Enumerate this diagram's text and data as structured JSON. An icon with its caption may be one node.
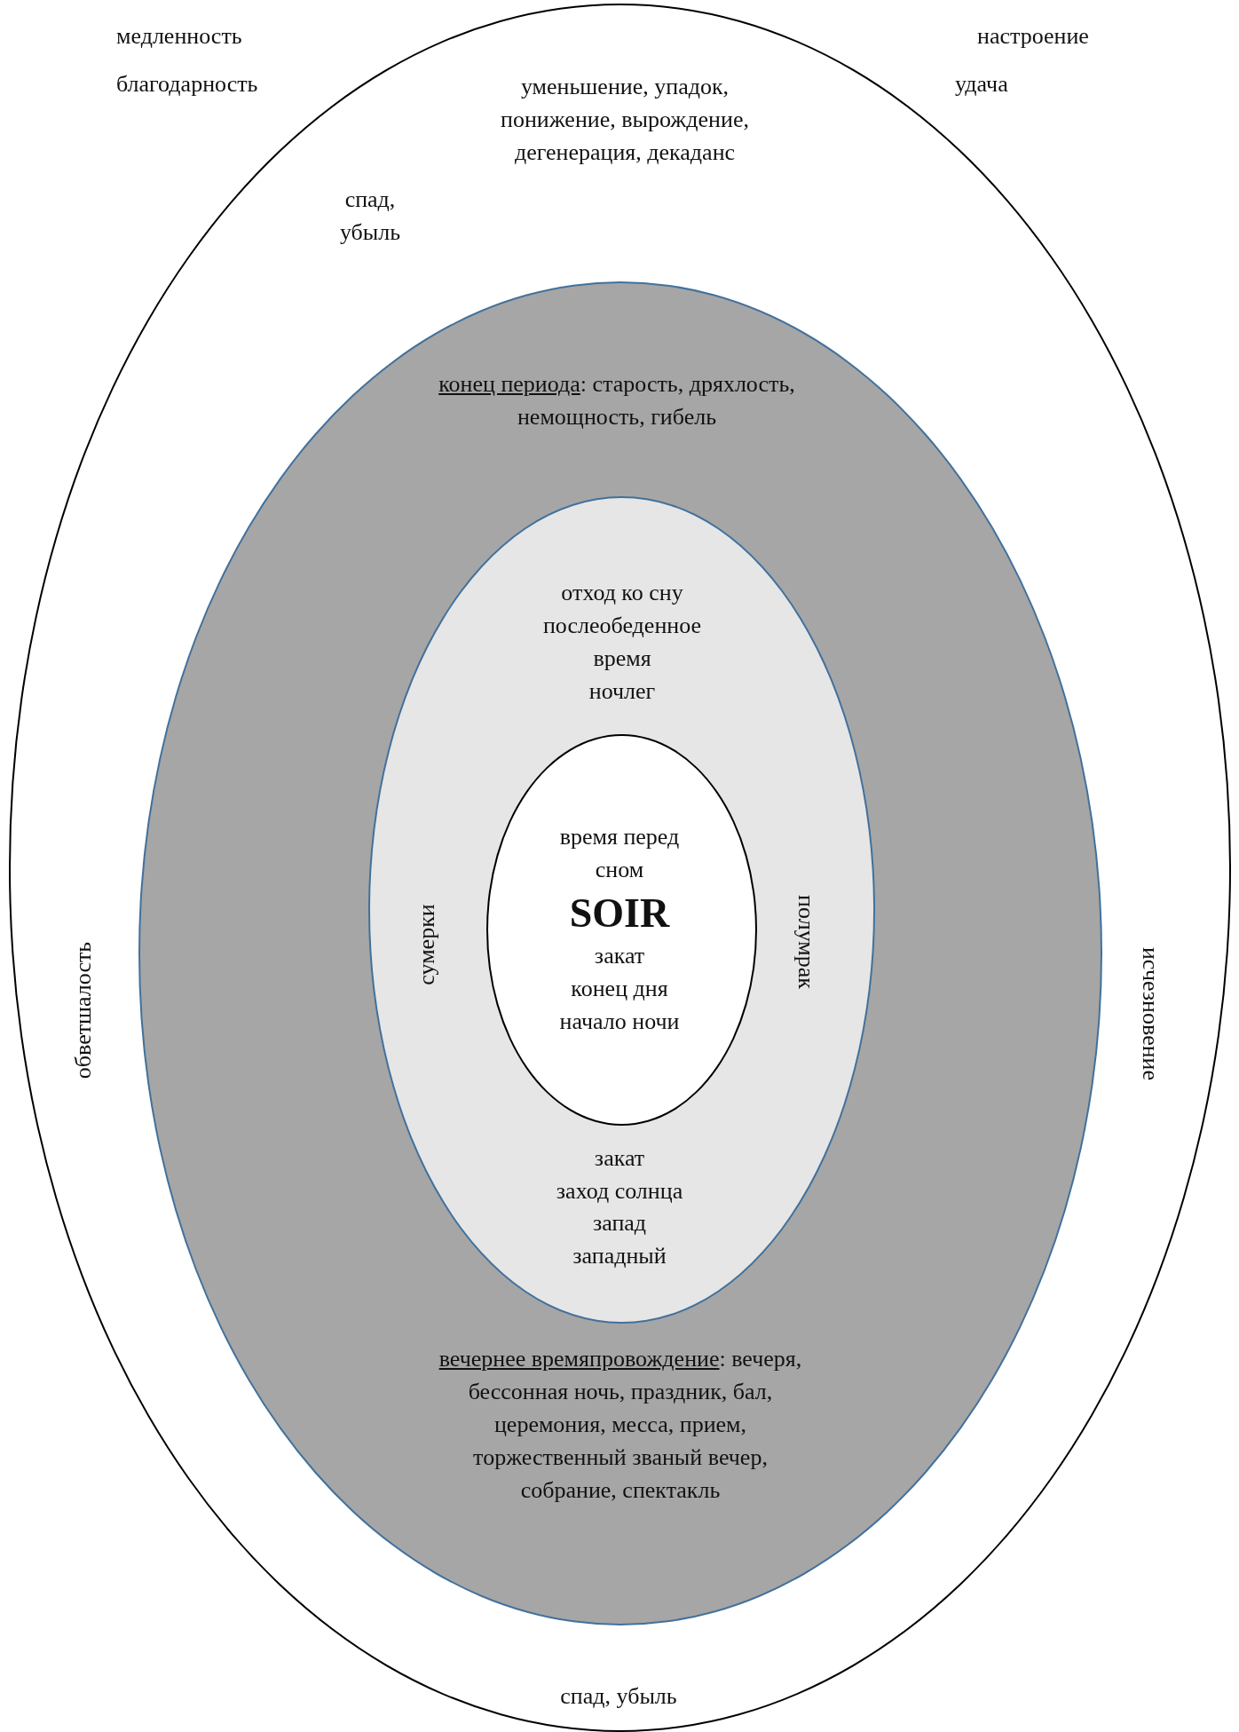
{
  "diagram": {
    "nodes": [
      {
        "text": [
          "уменьшение, упадок, понижение, вырождение, дегенерация, декаданс",
          "спад, убыль",
          "обветшалость",
          "исчезновение",
          "спад, убыль"
        ]
      },
      {
        "text": [
          "конец периода: старость, дряхлость, немощность, гибель",
          "вечернее времяпровождение: вечеря, бессонная ночь, праздник, бал, церемония, месса, прием, торжественный званый вечер, собрание, спектакль"
        ],
        "in": 0
      },
      {
        "text": [
          "отход ко сну",
          "послеобеденное время",
          "ночлег",
          "закат",
          "заход солнца",
          "запад",
          "западный",
          "сумерки",
          "полумрак"
        ],
        "in": 1
      },
      {
        "text": [
          "время перед сном",
          "SOIR",
          "закат",
          "конец дня",
          "начало ночи"
        ],
        "in": 2
      }
    ],
    "labels": [
      "медленность",
      "настроение",
      "благодарность",
      "удача"
    ]
  }
}
